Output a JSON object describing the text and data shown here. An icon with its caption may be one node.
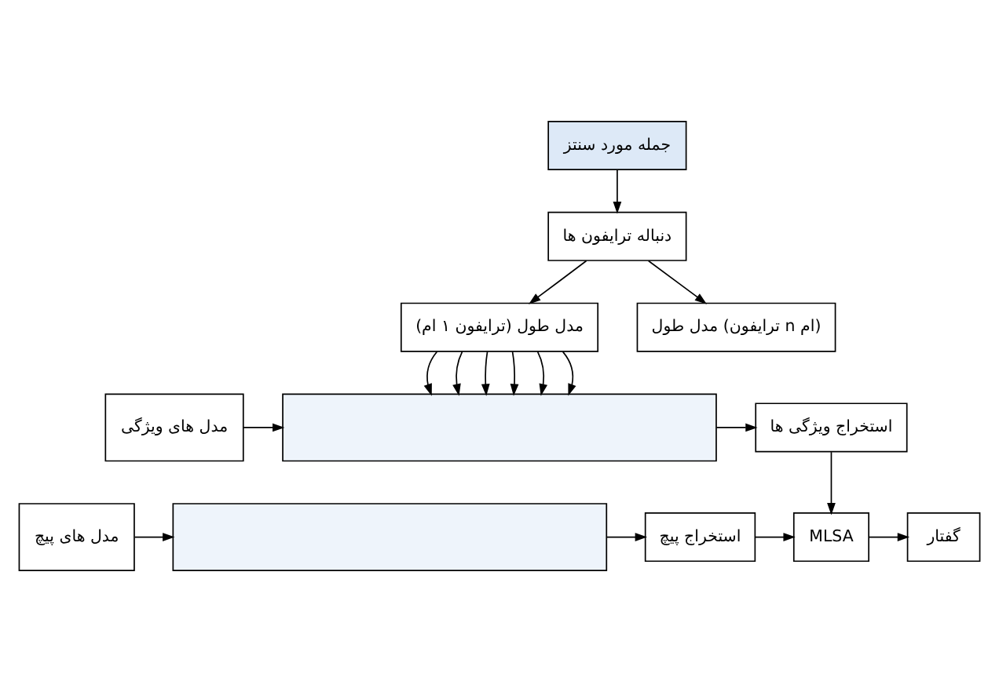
{
  "diagram": {
    "nodes": [
      {
        "text": [
          "جمله مورد سنتز"
        ]
      },
      {
        "text": [
          "دنباله ترایفون ها"
        ]
      },
      {
        "text": [
          "مدل طول (ترایفون ۱ ام)"
        ]
      },
      {
        "text": [
          "مدل طول (ترایفون n ام)"
        ]
      },
      {
        "text": [
          "مدل های ویژگی"
        ]
      },
      {
        "text": [],
        "shape": "box"
      },
      {
        "text": [
          "مدل های پیچ"
        ]
      },
      {
        "text": [],
        "shape": "box"
      },
      {
        "text": [
          "استخراج ویژگی ها"
        ]
      },
      {
        "text": [
          "استخراج پیچ"
        ]
      },
      {
        "text": [
          "MLSA"
        ]
      },
      {
        "text": [
          "گفتار"
        ]
      }
    ],
    "edges": [
      {
        "from": 0,
        "to": 1,
        "arrow": "to"
      },
      {
        "from": 1,
        "to": 2,
        "arrow": "to"
      },
      {
        "from": 1,
        "to": 3,
        "arrow": "to"
      },
      {
        "from": 2,
        "to": 5,
        "arrow": "to"
      },
      {
        "from": 2,
        "to": 5,
        "arrow": "to"
      },
      {
        "from": 2,
        "to": 5,
        "arrow": "to"
      },
      {
        "from": 2,
        "to": 5,
        "arrow": "to"
      },
      {
        "from": 2,
        "to": 5,
        "arrow": "to"
      },
      {
        "from": 2,
        "to": 5,
        "arrow": "to"
      },
      {
        "from": 4,
        "to": 5,
        "arrow": "to"
      },
      {
        "from": 6,
        "to": 7,
        "arrow": "to"
      },
      {
        "from": 5,
        "to": 8,
        "arrow": "to"
      },
      {
        "from": 7,
        "to": 9,
        "arrow": "to"
      },
      {
        "from": 8,
        "to": 10,
        "arrow": "to"
      },
      {
        "from": 9,
        "to": 10,
        "arrow": "to"
      },
      {
        "from": 10,
        "to": 11,
        "arrow": "to"
      }
    ]
  }
}
